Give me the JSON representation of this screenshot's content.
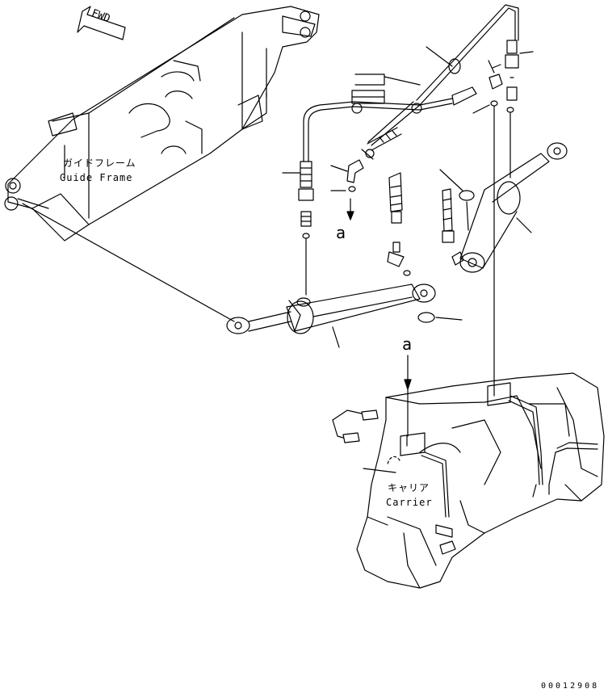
{
  "labels": {
    "fwd": "FWD",
    "guide_frame_jp": "ガイドフレーム",
    "guide_frame_en": "Guide Frame",
    "carrier_jp": "キャリア",
    "carrier_en": "Carrier",
    "ref_a_top": "a",
    "ref_a_bottom": "a"
  },
  "drawing_number": "00012908"
}
